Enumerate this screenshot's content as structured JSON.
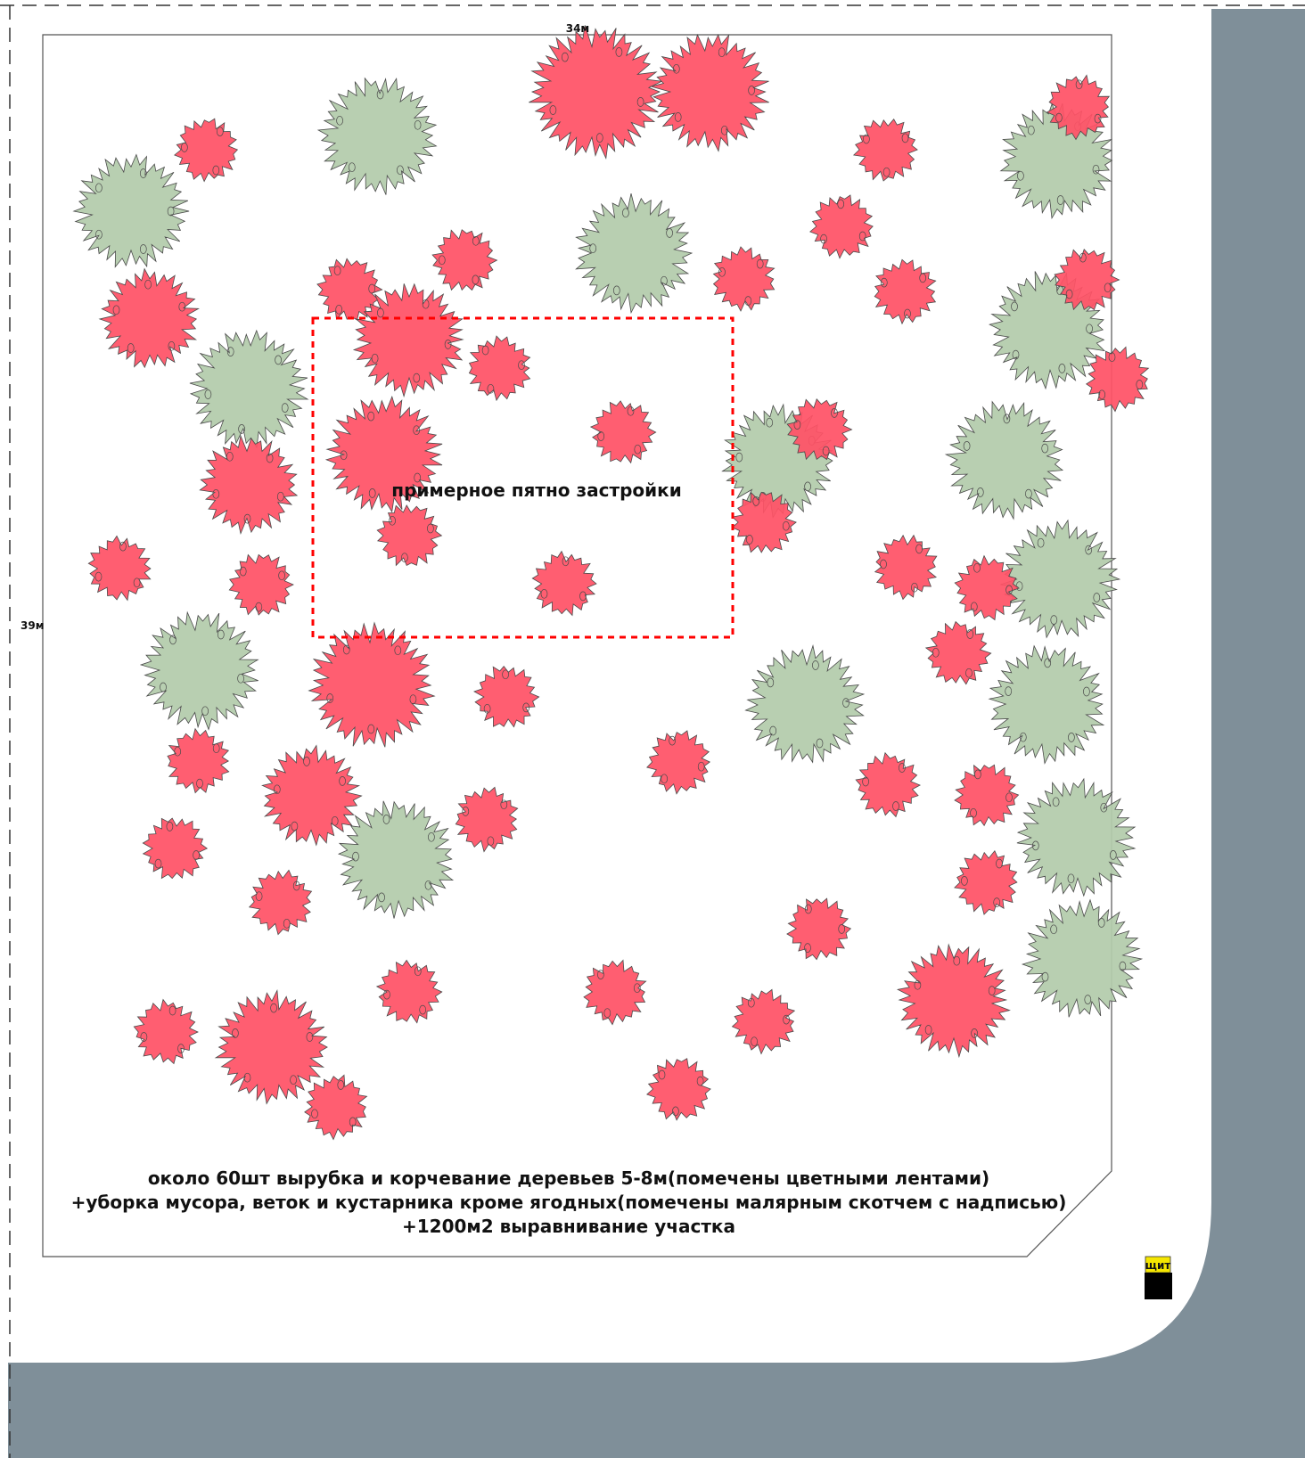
{
  "plan": {
    "width_label": "34м",
    "height_label": "39м",
    "zone_label": "примерное пятно застройки",
    "notes": [
      "около 60шт вырубка и корчевание деревьев 5-8м(помечены цветными лентами)",
      "+уборка мусора, веток и кустарника кроме ягодных(помечены малярным скотчем с надписью)",
      "+1200м2 выравнивание участка"
    ],
    "panel_label": "щит"
  },
  "colors": {
    "trees_to_remove": "#ff5266",
    "trees_to_keep": "#b3cbab",
    "road": "#7f8f99",
    "build_zone": "#ff0000",
    "panel_label_bg": "#f5e600"
  }
}
